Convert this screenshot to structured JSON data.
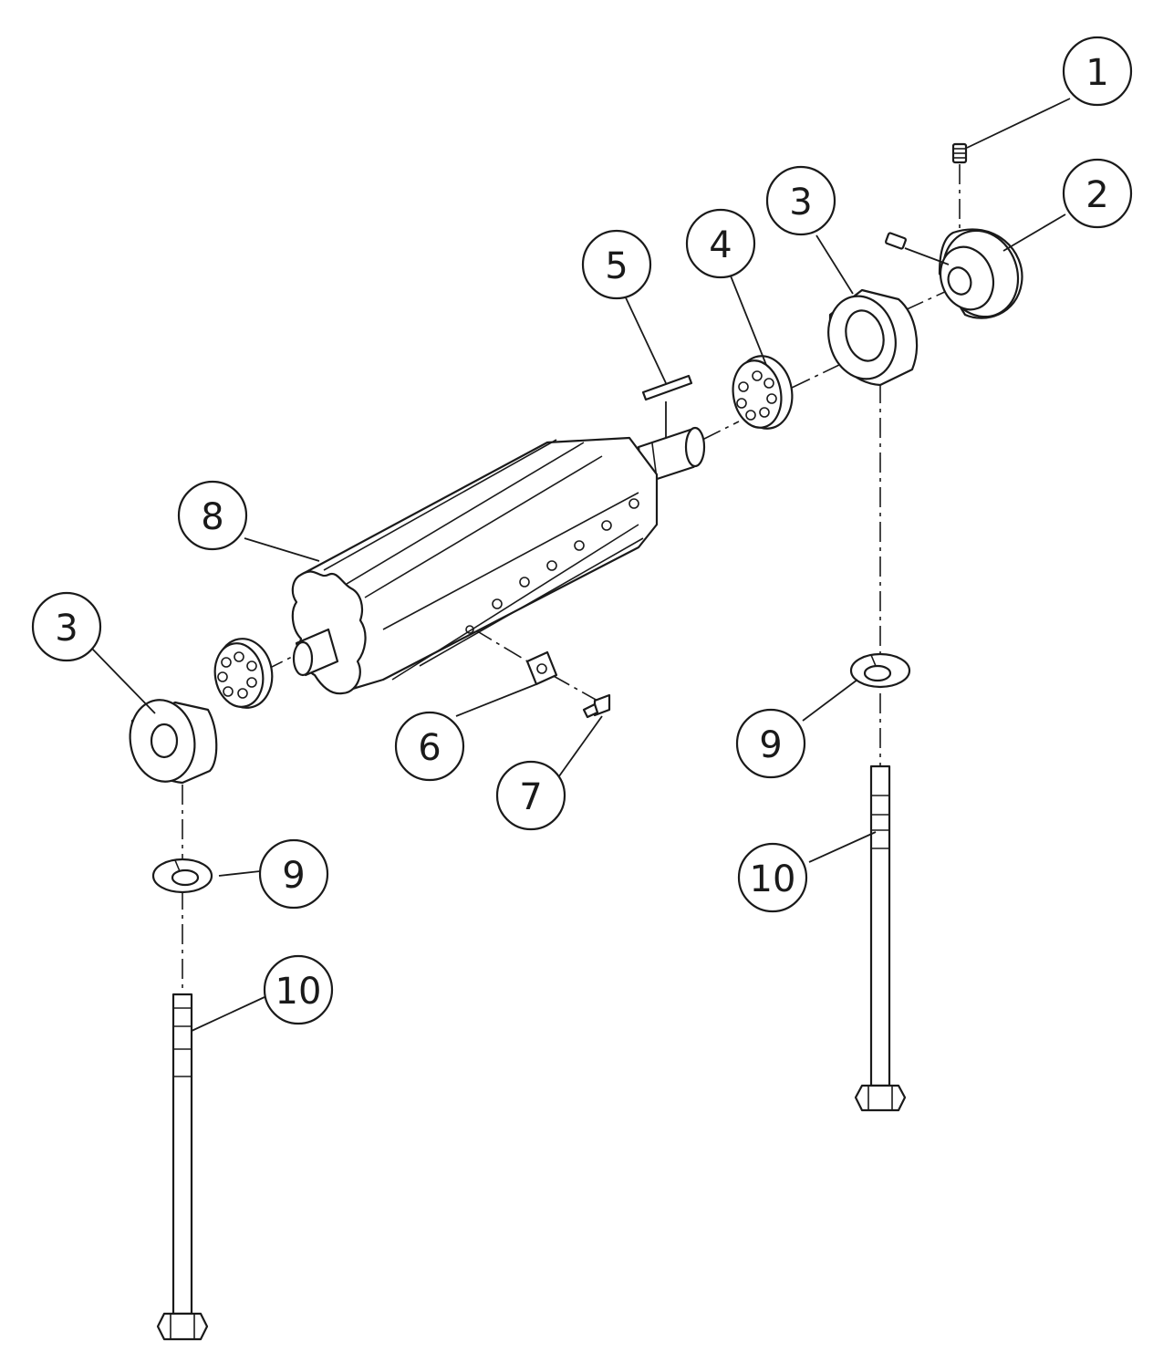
{
  "callouts": {
    "c1": "1",
    "c2": "2",
    "c3a": "3",
    "c3b": "3",
    "c4": "4",
    "c5": "5",
    "c6": "6",
    "c7": "7",
    "c8": "8",
    "c9a": "9",
    "c9b": "9",
    "c10a": "10",
    "c10b": "10"
  },
  "colors": {
    "line": "#1a1a1a",
    "background": "#ffffff"
  }
}
